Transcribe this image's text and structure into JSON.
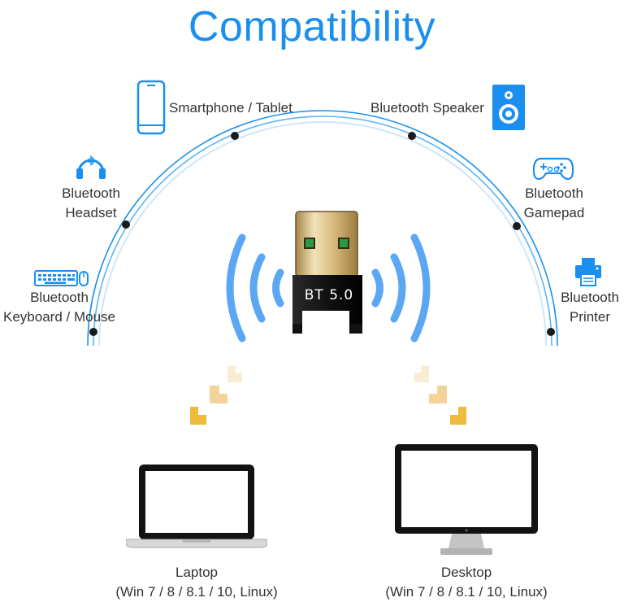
{
  "title": "Compatibility",
  "colors": {
    "accent": "#1a8ff0",
    "arc_inner": "#cfe6fb",
    "dot": "#1b1b1b",
    "chevron_light": "#f8edd2",
    "chevron_mid": "#f3d39a",
    "chevron_dark": "#efbb3c"
  },
  "dongle": {
    "label": "BT 5.0"
  },
  "devices": [
    {
      "name": "smartphone",
      "label": "Smartphone / Tablet"
    },
    {
      "name": "speaker",
      "label": "Bluetooth Speaker"
    },
    {
      "name": "headset",
      "line1": "Bluetooth",
      "line2": "Headset"
    },
    {
      "name": "gamepad",
      "line1": "Bluetooth",
      "line2": "Gamepad"
    },
    {
      "name": "keyboard",
      "line1": "Bluetooth",
      "line2": "Keyboard / Mouse"
    },
    {
      "name": "printer",
      "line1": "Bluetooth",
      "line2": "Printer"
    }
  ],
  "computers": [
    {
      "name": "laptop",
      "line1": "Laptop",
      "line2": "(Win 7 / 8 / 8.1 / 10, Linux)"
    },
    {
      "name": "desktop",
      "line1": "Desktop",
      "line2": "(Win 7 / 8 / 8.1 / 10, Linux)"
    }
  ]
}
